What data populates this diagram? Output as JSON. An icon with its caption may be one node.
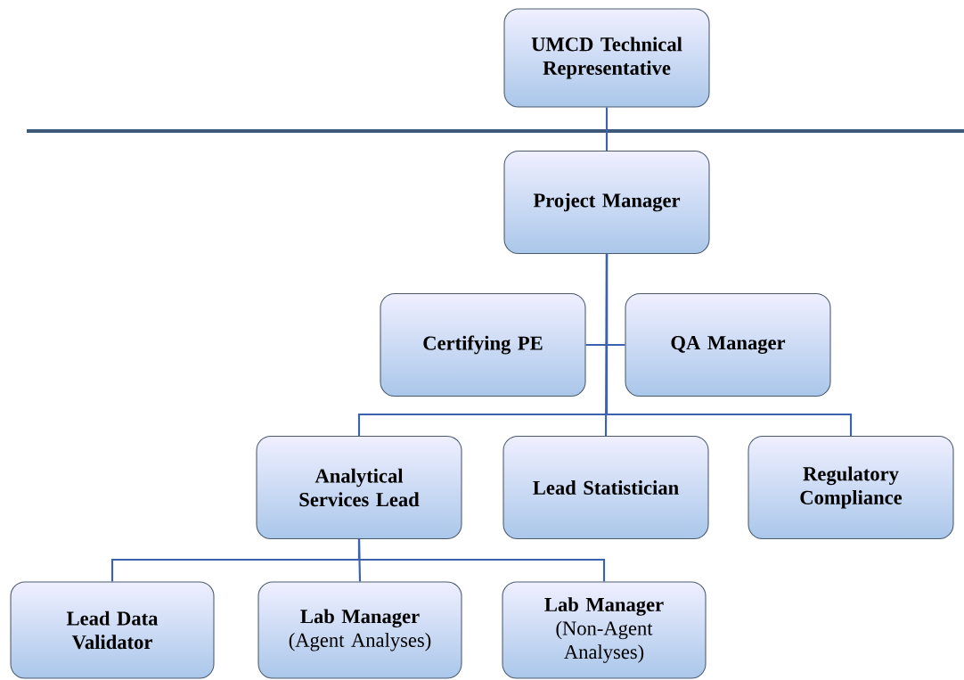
{
  "diagram": {
    "nodes": [
      {
        "text": [
          "UMCD Technical Representative"
        ]
      },
      {
        "text": [
          "Project Manager"
        ]
      },
      {
        "text": [
          "Certifying PE"
        ]
      },
      {
        "text": [
          "QA Manager"
        ]
      },
      {
        "text": [
          "Analytical Services Lead"
        ]
      },
      {
        "text": [
          "Lead Statistician"
        ]
      },
      {
        "text": [
          "Regulatory Compliance"
        ]
      },
      {
        "text": [
          "Lead Data Validator"
        ]
      },
      {
        "text": [
          "Lab Manager",
          "(Agent Analyses)"
        ]
      },
      {
        "text": [
          "Lab Manager",
          "(Non-Agent Analyses)"
        ]
      }
    ],
    "edges": [
      {
        "from": 0,
        "to": 1,
        "arrow": "none"
      },
      {
        "from": 1,
        "to": 2,
        "arrow": "none"
      },
      {
        "from": 1,
        "to": 3,
        "arrow": "none"
      },
      {
        "from": 1,
        "to": 4,
        "arrow": "none"
      },
      {
        "from": 1,
        "to": 5,
        "arrow": "none"
      },
      {
        "from": 1,
        "to": 6,
        "arrow": "none"
      },
      {
        "from": 4,
        "to": 7,
        "arrow": "none"
      },
      {
        "from": 4,
        "to": 8,
        "arrow": "none"
      },
      {
        "from": 4,
        "to": 9,
        "arrow": "none"
      }
    ]
  }
}
